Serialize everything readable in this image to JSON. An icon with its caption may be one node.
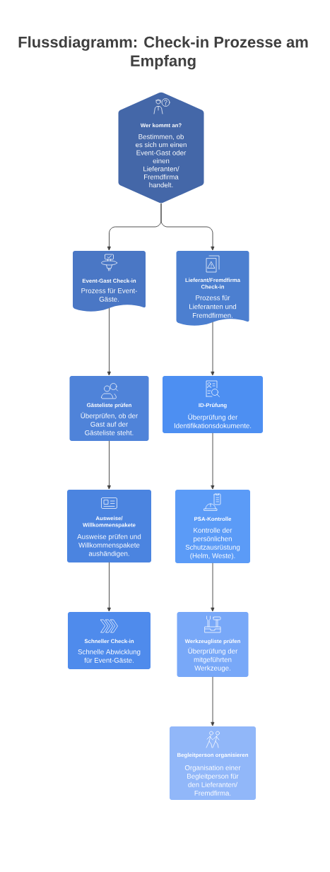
{
  "diagram": {
    "title": "Flussdiagramm: Check-in Prozesse am Empfang",
    "nodes": [
      {
        "text": [
          "Wer kommt an?",
          "Bestimmen, ob es sich um einen Event-Gast oder einen Lieferanten/ Fremdfirma handelt."
        ]
      },
      {
        "text": [
          "Event-Gast Check-in",
          "Prozess für Event- Gäste."
        ]
      },
      {
        "text": [
          "Lieferant/Fremdfirma Check-in",
          "Prozess für Lieferanten und Fremdfirmen."
        ]
      },
      {
        "text": [
          "Gästeliste prüfen",
          "Überprüfen, ob der Gast auf der Gästeliste steht."
        ]
      },
      {
        "text": [
          "ID-Prüfung",
          "Überprüfung der Identifikationsdokumente."
        ]
      },
      {
        "text": [
          "Ausweise/ Willkommenspakete",
          "Ausweise prüfen und Willkommenspakete aushändigen."
        ]
      },
      {
        "text": [
          "PSA-Kontrolle",
          "Kontrolle der persönlichen Schutzausrüstung (Helm, Weste)."
        ]
      },
      {
        "text": [
          "Schneller Check-in",
          "Schnelle Abwicklung für Event-Gäste."
        ]
      },
      {
        "text": [
          "Werkzeugliste prüfen",
          "Überprüfung der mitgeführten Werkzeuge."
        ]
      },
      {
        "text": [
          "Begleitperson organisieren",
          "Organisation einer Begleitperson für den Lieferanten/ Fremdfirma."
        ]
      }
    ],
    "edges": [
      {
        "from": 0,
        "to": 1,
        "arrow": "to"
      },
      {
        "from": 0,
        "to": 2,
        "arrow": "to"
      },
      {
        "from": 1,
        "to": 3,
        "arrow": "to"
      },
      {
        "from": 2,
        "to": 4,
        "arrow": "to"
      },
      {
        "from": 3,
        "to": 5,
        "arrow": "to"
      },
      {
        "from": 4,
        "to": 6,
        "arrow": "to"
      },
      {
        "from": 5,
        "to": 7,
        "arrow": "to"
      },
      {
        "from": 6,
        "to": 8,
        "arrow": "to"
      },
      {
        "from": 8,
        "to": 9,
        "arrow": "to"
      }
    ]
  }
}
